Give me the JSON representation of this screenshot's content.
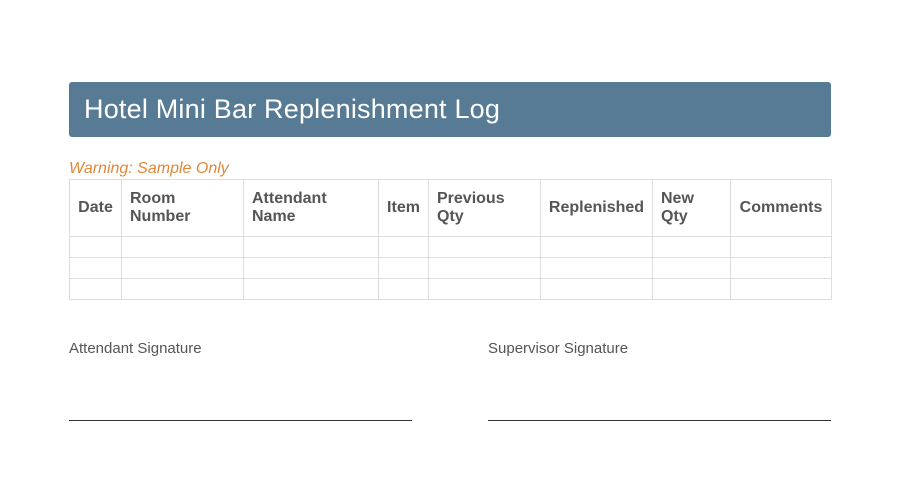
{
  "header": {
    "title": "Hotel Mini Bar Replenishment Log",
    "background_color": "#587b95"
  },
  "warning": {
    "text": "Warning: Sample Only",
    "color": "#e0883a"
  },
  "table": {
    "columns": [
      {
        "label": "Date"
      },
      {
        "label": "Room Number"
      },
      {
        "label": "Attendant Name"
      },
      {
        "label": "Item"
      },
      {
        "label": "Previous Qty"
      },
      {
        "label": "Replenished"
      },
      {
        "label": "New Qty"
      },
      {
        "label": "Comments"
      }
    ],
    "rows": [
      [
        "",
        "",
        "",
        "",
        "",
        "",
        "",
        ""
      ],
      [
        "",
        "",
        "",
        "",
        "",
        "",
        "",
        ""
      ],
      [
        "",
        "",
        "",
        "",
        "",
        "",
        "",
        ""
      ]
    ]
  },
  "signatures": {
    "attendant_label": "Attendant Signature",
    "supervisor_label": "Supervisor Signature"
  }
}
